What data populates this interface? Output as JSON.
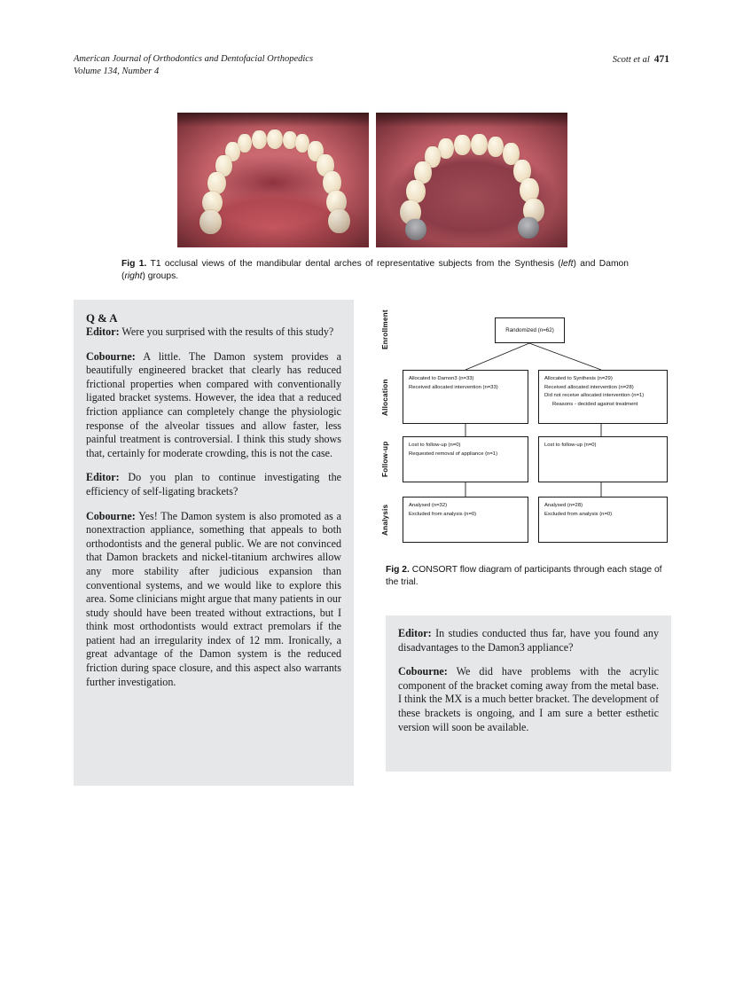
{
  "running_head": {
    "journal": "American Journal of Orthodontics and Dentofacial Orthopedics",
    "volume_line_label": "Volume",
    "volume_line": "Volume 134, Number 4",
    "authors": "Scott et al",
    "page_number": "471"
  },
  "figures": {
    "fig1": {
      "label": "Fig 1.",
      "text_before_left": " T1 occlusal views of the mandibular dental arches of representative subjects from the Synthesis (",
      "italic_left": "left",
      "text_mid": ") and Damon (",
      "italic_right": "right",
      "text_after": ") groups.",
      "photo_left_alt": "occlusal-view-synthesis",
      "photo_right_alt": "occlusal-view-damon"
    },
    "fig2": {
      "label": "Fig 2.",
      "text": " CONSORT flow diagram of participants through each stage of the trial."
    }
  },
  "consort": {
    "stages": [
      {
        "name": "Enrollment"
      },
      {
        "name": "Allocation"
      },
      {
        "name": "Follow-up"
      },
      {
        "name": "Analysis"
      }
    ],
    "randomized": "Randomized (n=62)",
    "allocation_left": [
      "Allocated to Damon3 (n=33)",
      "Received allocated intervention (n=33)"
    ],
    "allocation_right": [
      "Allocated to Synthesis (n=29)",
      "Received allocated intervention (n=28)",
      "Did not receive allocated intervention (n=1)",
      "Reasons - decided against treatment"
    ],
    "followup_left": [
      "Lost to follow-up (n=0)",
      "Requested removal of appliance (n=1)"
    ],
    "followup_right": [
      "Lost to follow-up (n=0)"
    ],
    "analysis_left": [
      "Analysed (n=32)",
      "Excluded from analysis (n=0)"
    ],
    "analysis_right": [
      "Analysed (n=28)",
      "Excluded from analysis (n=0)"
    ]
  },
  "qa_left": {
    "title": "Q & A",
    "q1_speaker": "Editor:",
    "q1_text": " Were you surprised with the results of this study?",
    "a1_speaker": "Cobourne:",
    "a1_text": " A little. The Damon system provides a beautifully engineered bracket that clearly has reduced frictional properties when compared with conventionally ligated bracket systems. However, the idea that a reduced friction appliance can completely change the physiologic response of the alveolar tissues and allow faster, less painful treatment is controversial. I think this study shows that, certainly for moderate crowding, this is not the case.",
    "q2_speaker": "Editor:",
    "q2_text": " Do you plan to continue investigating the efficiency of self-ligating brackets?",
    "a2_speaker": "Cobourne:",
    "a2_text": " Yes! The Damon system is also promoted as a nonextraction appliance, something that appeals to both orthodontists and the general public. We are not convinced that Damon brackets and nickel-titanium archwires allow any more stability after judicious expansion than conventional systems, and we would like to explore this area. Some clinicians might argue that many patients in our study should have been treated without extractions, but I think most orthodontists would extract premolars if the patient had an irregularity index of 12 mm. Ironically, a great advantage of the Damon system is the reduced friction during space closure, and this aspect also warrants further investigation."
  },
  "qa_right": {
    "q1_speaker": "Editor:",
    "q1_text": " In studies conducted thus far, have you found any disadvantages to the Damon3 appliance?",
    "a1_speaker": "Cobourne:",
    "a1_text": " We did have problems with the acrylic component of the bracket coming away from the metal base. I think the MX is a much better bracket. The development of these brackets is ongoing, and I am sure a better esthetic version will soon be available."
  },
  "colors": {
    "panel_background": "#e6e7e8",
    "page_background": "#ffffff",
    "text": "#1a1a1a",
    "box_border": "#1a1a1a"
  }
}
